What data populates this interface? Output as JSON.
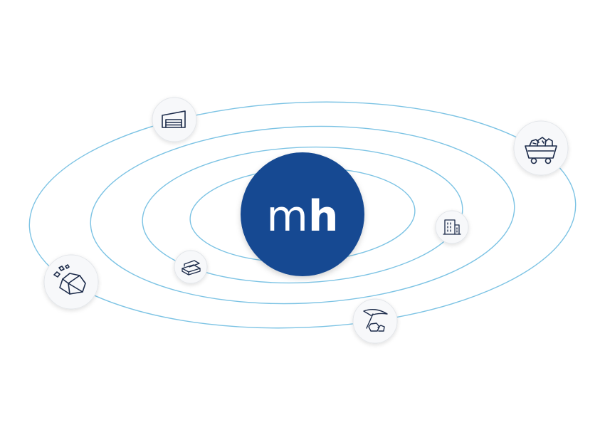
{
  "colors": {
    "orbit": "#7cc3e4",
    "hub": "#154a92",
    "hub_text": "#ffffff",
    "node_fill": "#f7f8fa",
    "node_stroke": "#e3e6ea",
    "icon": "#1c2b4a"
  },
  "logo": {
    "first": "m",
    "second": "h"
  },
  "nodes": [
    {
      "id": "warehouse",
      "icon": "warehouse-icon"
    },
    {
      "id": "mine-cart",
      "icon": "mine-cart-icon"
    },
    {
      "id": "office-building",
      "icon": "office-building-icon"
    },
    {
      "id": "metal-bars",
      "icon": "metal-bars-icon"
    },
    {
      "id": "ore-rock",
      "icon": "ore-rock-icon"
    },
    {
      "id": "pickaxe",
      "icon": "pickaxe-icon"
    }
  ]
}
